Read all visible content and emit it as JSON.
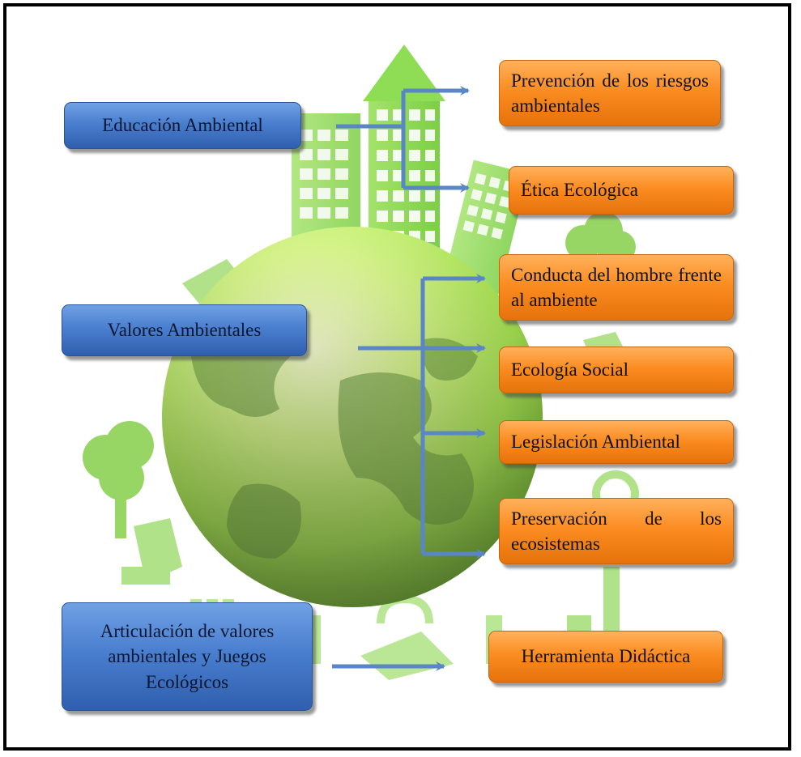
{
  "left_boxes": {
    "educacion": "Educación Ambiental",
    "valores": "Valores Ambientales",
    "articulacion": "Articulación de valores ambientales y Juegos Ecológicos"
  },
  "right_boxes": {
    "prevencion": "Prevención de los riesgos ambientales",
    "etica": "Ética Ecológica",
    "conducta": "Conducta del hombre frente al ambiente",
    "ecologia_social": "Ecología Social",
    "legislacion": "Legislación Ambiental",
    "preservacion": "Preservación de los ecosistemas",
    "herramienta": "Herramienta Didáctica"
  },
  "colors": {
    "left_box": "#4a7fcf",
    "right_box": "#fb8d22",
    "connector": "#5a86c6",
    "illustration": "#9be05a"
  }
}
